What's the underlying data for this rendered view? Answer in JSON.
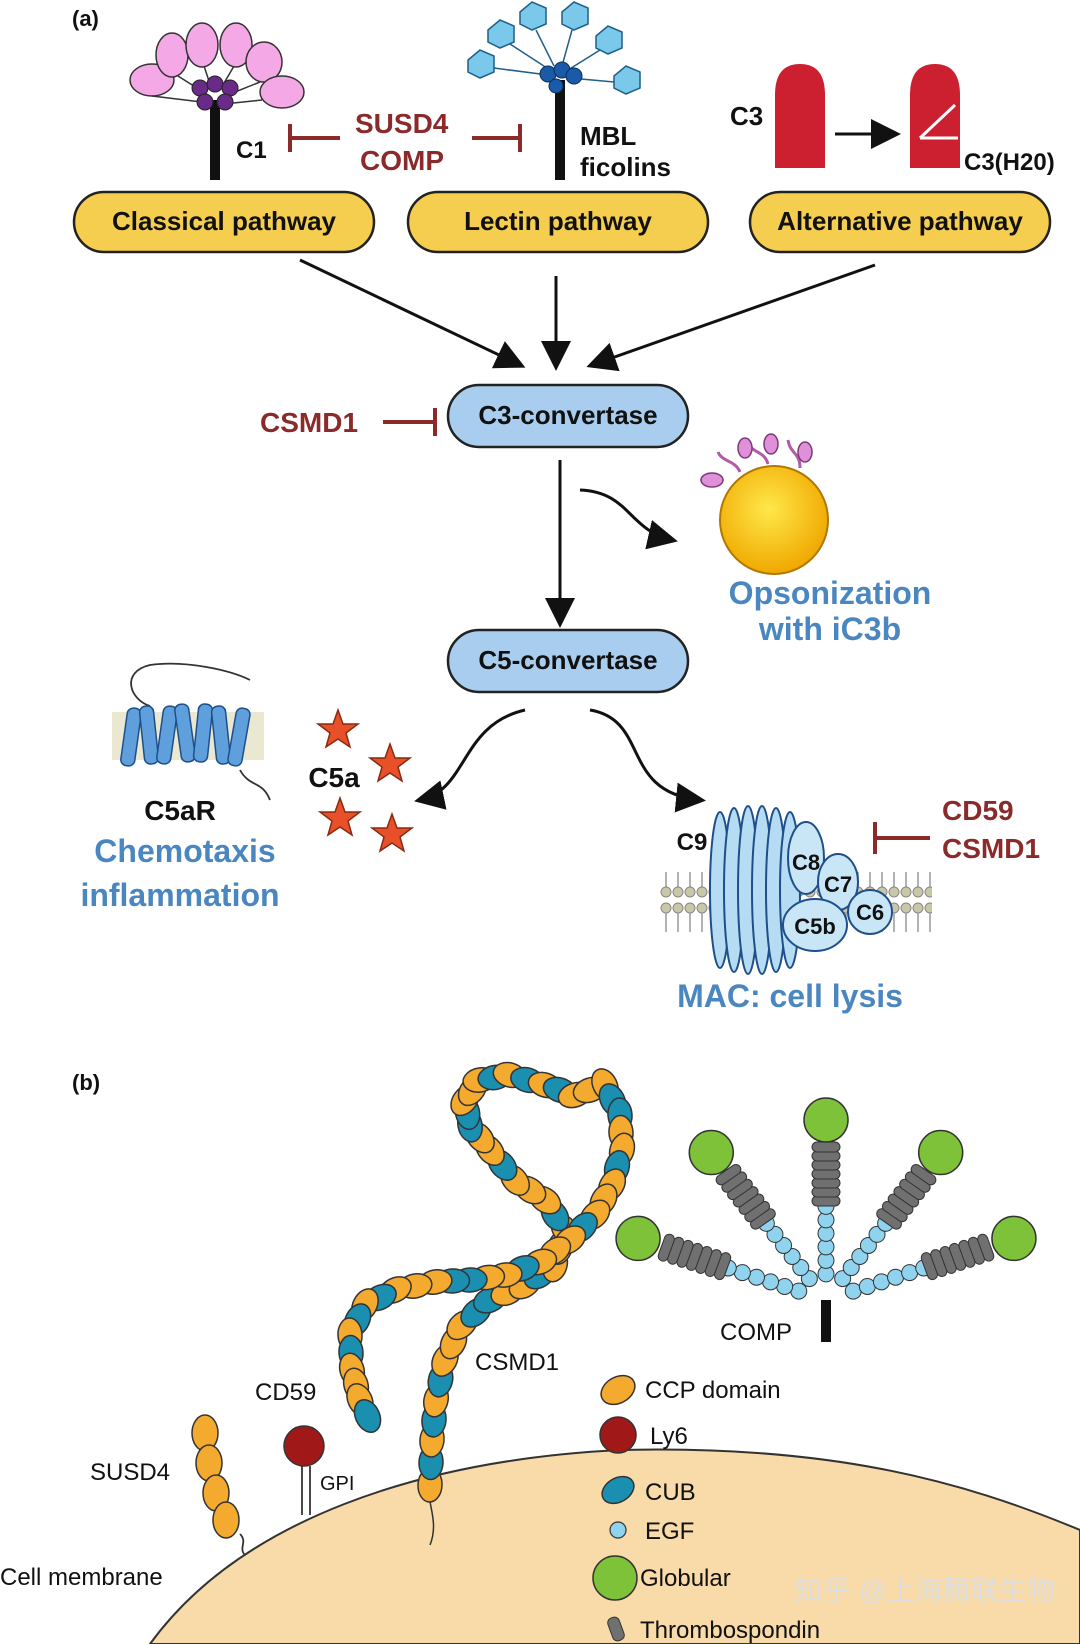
{
  "panel_a": {
    "label": "(a)",
    "c1": "C1",
    "inhibitors_top": {
      "susd4": "SUSD4",
      "comp": "COMP"
    },
    "mbl": "MBL",
    "ficolins": "ficolins",
    "c3": "C3",
    "c3h20": "C3(H20)",
    "pathways": {
      "classical": "Classical pathway",
      "lectin": "Lectin pathway",
      "alternative": "Alternative pathway"
    },
    "csmd1_inhibitor": "CSMD1",
    "c3_convertase": "C3-convertase",
    "opsonization_line1": "Opsonization",
    "opsonization_line2": "with iC3b",
    "c5_convertase": "C5-convertase",
    "c5a": "C5a",
    "c5ar": "C5aR",
    "chemotaxis_line1": "Chemotaxis",
    "chemotaxis_line2": "inflammation",
    "c9": "C9",
    "mac_components": {
      "c8": "C8",
      "c7": "C7",
      "c6": "C6",
      "c5b": "C5b"
    },
    "mac_inhibitors": {
      "cd59": "CD59",
      "csmd1": "CSMD1"
    },
    "mac_label": "MAC: cell lysis"
  },
  "panel_b": {
    "label": "(b)",
    "comp": "COMP",
    "csmd1": "CSMD1",
    "cd59": "CD59",
    "susd4": "SUSD4",
    "gpi": "GPI",
    "cell_membrane": "Cell membrane",
    "legend": {
      "ccp": "CCP domain",
      "ly6": "Ly6",
      "cub": "CUB",
      "egf": "EGF",
      "globular": "Globular",
      "thrombospondin": "Thrombospondin"
    }
  },
  "watermark": "知乎 @上海酶联生物",
  "colors": {
    "pathway_fill": "#f5cd4f",
    "convertase_fill": "#a9cdee",
    "inhibitor_red": "#8b2a2a",
    "outcome_blue": "#4a86c0",
    "ccp_orange": "#f4aa2e",
    "cub_teal": "#1a8fb0",
    "egf_lightblue": "#8fd3ee",
    "globular_green": "#7ec23a",
    "ly6_red": "#a01818",
    "thrombospondin_grey": "#707070",
    "membrane_fill": "#f8dba8"
  }
}
